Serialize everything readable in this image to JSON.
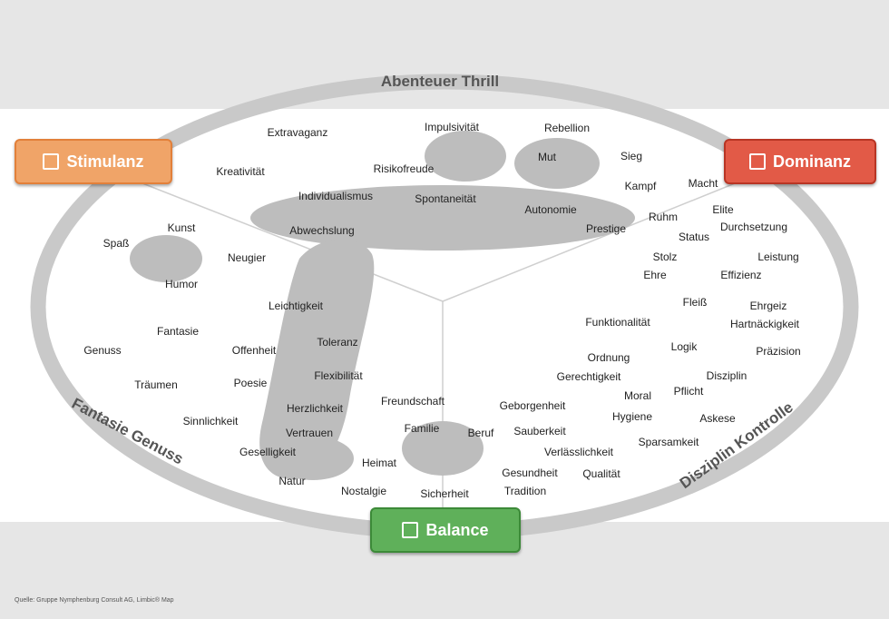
{
  "systems": {
    "stimulanz": {
      "label": "Stimulanz",
      "color": "#f0a468"
    },
    "dominanz": {
      "label": "Dominanz",
      "color": "#e25a47"
    },
    "balance": {
      "label": "Balance",
      "color": "#5fb05a"
    }
  },
  "ring_labels": {
    "top": "Abenteuer Thrill",
    "left": "Fantasie Genuss",
    "right": "Disziplin Kontrolle"
  },
  "values": [
    "Impulsivität",
    "Rebellion",
    "Extravaganz",
    "Sieg",
    "Mut",
    "Kreativität",
    "Risikofreude",
    "Kampf",
    "Macht",
    "Individualismus",
    "Spontaneität",
    "Autonomie",
    "Elite",
    "Durchsetzung",
    "Ruhm",
    "Prestige",
    "Status",
    "Abwechslung",
    "Kunst",
    "Spaß",
    "Neugier",
    "Humor",
    "Stolz",
    "Leistung",
    "Ehre",
    "Effizienz",
    "Leichtigkeit",
    "Fleiß",
    "Ehrgeiz",
    "Funktionalität",
    "Hartnäckigkeit",
    "Fantasie",
    "Toleranz",
    "Logik",
    "Präzision",
    "Genuss",
    "Offenheit",
    "Ordnung",
    "Flexibilität",
    "Disziplin",
    "Gerechtigkeit",
    "Träumen",
    "Poesie",
    "Pflicht",
    "Moral",
    "Freundschaft",
    "Herzlichkeit",
    "Geborgenheit",
    "Hygiene",
    "Askese",
    "Sinnlichkeit",
    "Vertrauen",
    "Familie",
    "Beruf",
    "Sauberkeit",
    "Sparsamkeit",
    "Geselligkeit",
    "Verlässlichkeit",
    "Heimat",
    "Gesundheit",
    "Qualität",
    "Natur",
    "Nostalgie",
    "Sicherheit",
    "Tradition"
  ],
  "credit": "Quelle: Gruppe Nymphenburg Consult AG, Limbic® Map"
}
